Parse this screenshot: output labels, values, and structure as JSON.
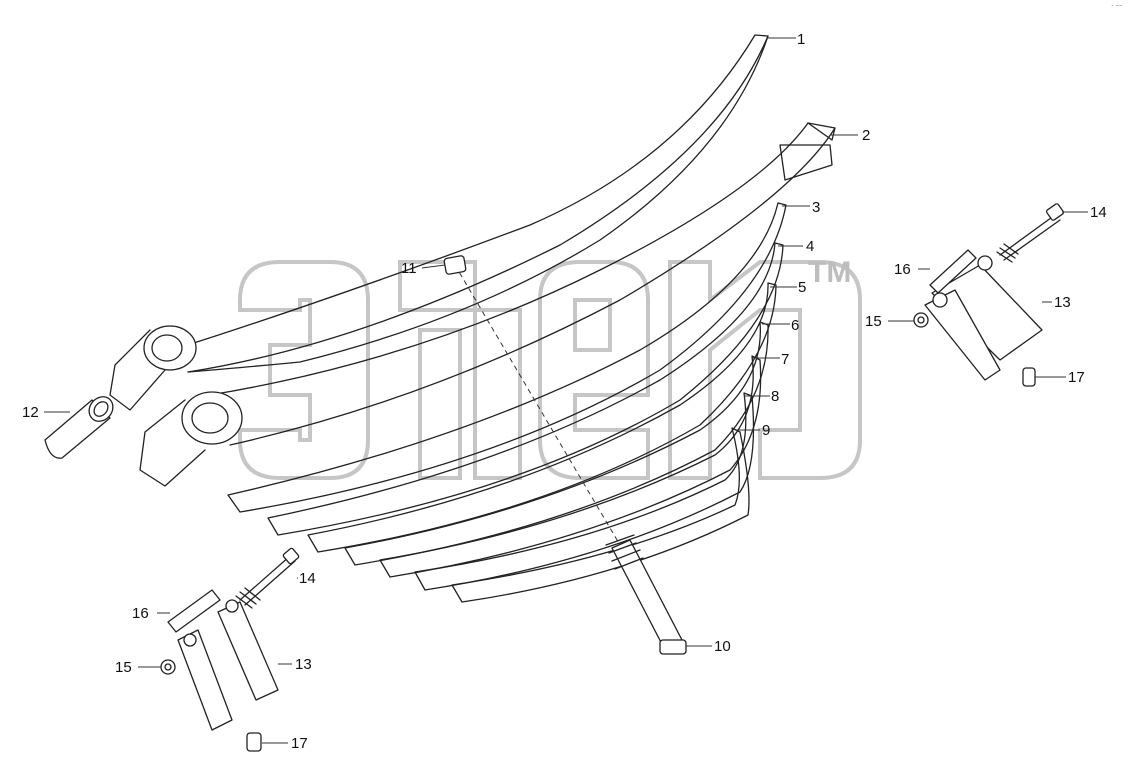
{
  "watermark": {
    "trademark": "TM"
  },
  "corner_mark": "- ---",
  "callouts": [
    {
      "number": "1"
    },
    {
      "number": "2"
    },
    {
      "number": "3"
    },
    {
      "number": "4"
    },
    {
      "number": "5"
    },
    {
      "number": "6"
    },
    {
      "number": "7"
    },
    {
      "number": "8"
    },
    {
      "number": "9"
    },
    {
      "number": "10"
    },
    {
      "number": "11"
    },
    {
      "number": "12"
    },
    {
      "number": "13"
    },
    {
      "number": "14"
    },
    {
      "number": "15"
    },
    {
      "number": "16"
    },
    {
      "number": "17"
    },
    {
      "number": "13"
    },
    {
      "number": "14"
    },
    {
      "number": "15"
    },
    {
      "number": "16"
    },
    {
      "number": "17"
    }
  ]
}
